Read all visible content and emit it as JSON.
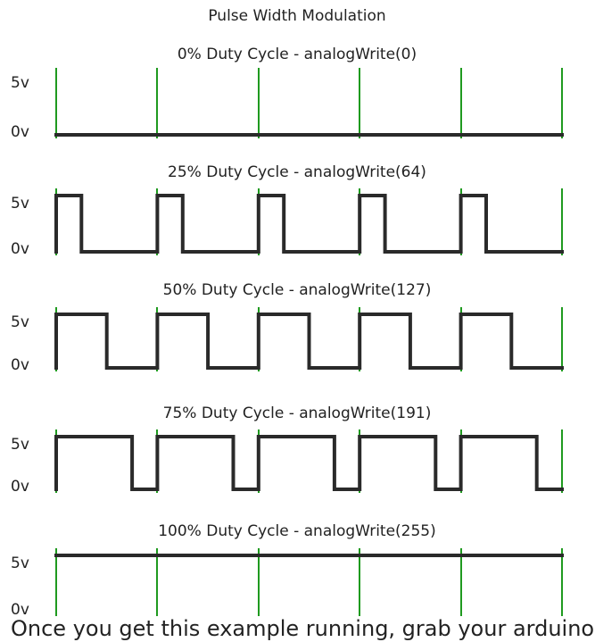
{
  "title": "Pulse Width Modulation",
  "caption": "Once you get this example running, grab your arduino",
  "colors": {
    "signal": "#2a2a2a",
    "gridline": "#1f9a1f",
    "text": "#222222"
  },
  "chart_data": {
    "type": "line",
    "periods": 5,
    "y_levels": [
      "5v",
      "0v"
    ],
    "panels": [
      {
        "title": "0% Duty Cycle - analogWrite(0)",
        "duty": 0.0
      },
      {
        "title": "25% Duty Cycle - analogWrite(64)",
        "duty": 0.25
      },
      {
        "title": "50% Duty Cycle - analogWrite(127)",
        "duty": 0.5
      },
      {
        "title": "75% Duty Cycle - analogWrite(191)",
        "duty": 0.75
      },
      {
        "title": "100% Duty Cycle - analogWrite(255)",
        "duty": 1.0
      }
    ]
  }
}
